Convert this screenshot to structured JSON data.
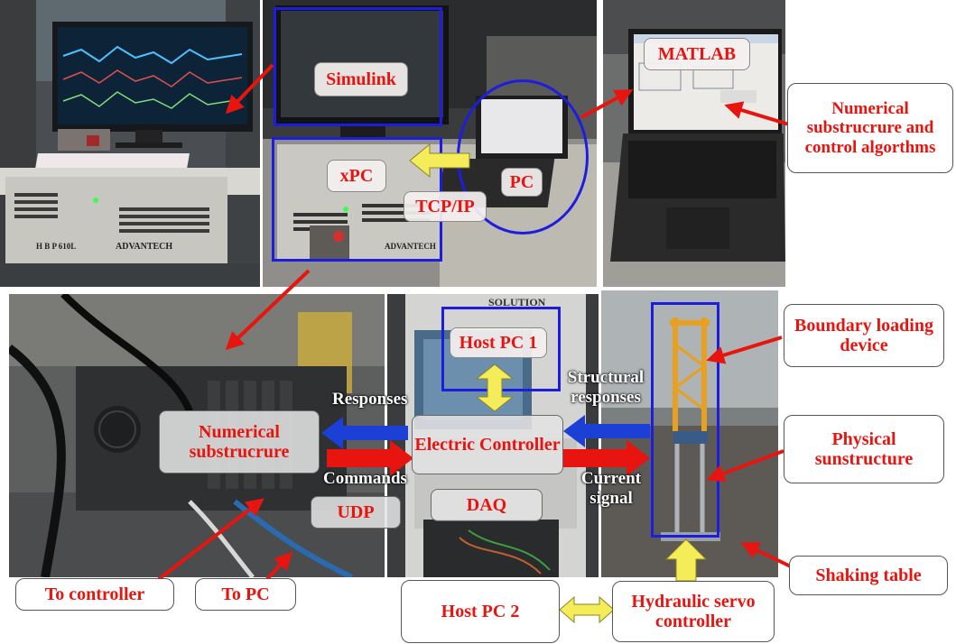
{
  "labels": {
    "simulink": "Simulink",
    "matlab": "MATLAB",
    "numerical_control": "Numerical substrucrure and control algorthms",
    "xpc": "xPC",
    "pc": "PC",
    "tcpip": "TCP/IP",
    "host_pc1": "Host PC 1",
    "boundary_loading": "Boundary loading device",
    "responses": "Responses",
    "structural_responses": "Structural responses",
    "numerical_substructure": "Numerical substrucrure",
    "electric_controller": "Electric Controller",
    "physical_substructure": "Physical sunstructure",
    "commands": "Commands",
    "current_signal": "Current signal",
    "udp": "UDP",
    "daq": "DAQ",
    "shaking_table": "Shaking table",
    "to_controller": "To controller",
    "to_pc": "To PC",
    "host_pc2": "Host PC 2",
    "hydraulic_servo": "Hydraulic servo controller"
  },
  "photo_text": {
    "rack_brand": "ADVANTECH",
    "xpc_brand": "ADVANTECH",
    "rack_model": "H B P 610L",
    "cabinet_brand": "SOLUTION"
  },
  "colors": {
    "label_text": "#e8140f",
    "frame_blue": "#1d1de0",
    "arrow_red": "#e8140f",
    "arrow_blue": "#1c3fd6",
    "arrow_yellow": "#f4ec58"
  }
}
